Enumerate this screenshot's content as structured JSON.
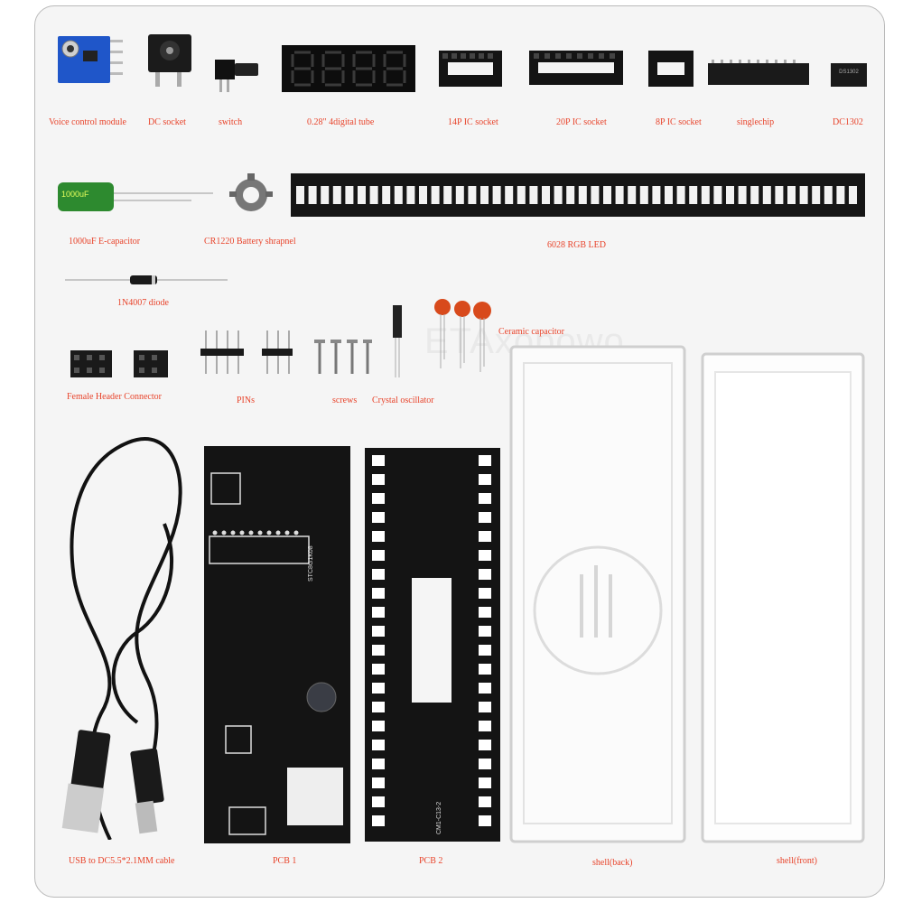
{
  "watermark": "ETAxopowo",
  "labels": {
    "voice_module": "Voice control module",
    "dc_socket": "DC socket",
    "switch": "switch",
    "digital_tube": "0.28\" 4digital tube",
    "ic14": "14P IC socket",
    "ic20": "20P IC socket",
    "ic8": "8P IC socket",
    "singlechip": "singlechip",
    "dc1302": "DC1302",
    "e_cap": "1000uF E-capacitor",
    "battery": "CR1220 Battery shrapnel",
    "rgb_led": "6028 RGB LED",
    "diode": "1N4007 diode",
    "ceramic": "Ceramic capacitor",
    "female_header": "Female Header Connector",
    "pins": "PINs",
    "screws": "screws",
    "crystal": "Crystal oscillator",
    "cable": "USB to DC5.5*2.1MM cable",
    "pcb1": "PCB 1",
    "pcb2": "PCB 2",
    "shell_back": "shell(back)",
    "shell_front": "shell(front)"
  },
  "part_text": {
    "cap_value": "1000uF",
    "chip_text": "DS1302",
    "pcb1_text": "STC8G1K08",
    "pcb2_text": "CM1-C13-2"
  },
  "colors": {
    "label": "#e8432a",
    "pcb": "#141414",
    "blue_module": "#1f56c9",
    "cap_green": "#2d8a2f",
    "ceramic": "#d84a1c"
  }
}
